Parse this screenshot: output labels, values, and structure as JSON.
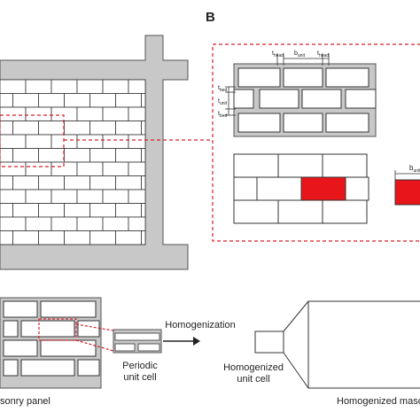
{
  "panel_label": "B",
  "labels": {
    "t_head": "t",
    "t_head_sub": "head",
    "b_unit": "b",
    "b_unit_sub": "unit",
    "t_bed": "t",
    "t_bed_sub": "bed",
    "t_unit": "t",
    "t_unit_sub": "unit",
    "b_unit_right": "b",
    "b_unit_right_sub": "unit"
  },
  "bottom": {
    "masonry_panel": "sonry panel",
    "periodic_line1": "Periodic",
    "periodic_line2": "unit cell",
    "homogenization": "Homogenization",
    "homogenized_line1": "Homogenized",
    "homogenized_line2": "unit cell",
    "homogenized_masonry": "Homogenized mason"
  },
  "colors": {
    "frame_fill": "#c8c8c8",
    "frame_stroke": "#555555",
    "brick_fill": "#ffffff",
    "brick_stroke": "#333333",
    "highlight": "#e8161b",
    "dashed": "#d2232a"
  }
}
